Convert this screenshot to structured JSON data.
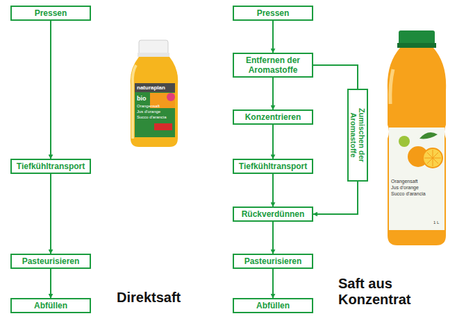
{
  "diagram": {
    "nodes": [
      {
        "text": [
          "Pressen"
        ]
      },
      {
        "text": [
          "Tiefkühltransport"
        ]
      },
      {
        "text": [
          "Pasteurisieren"
        ]
      },
      {
        "text": [
          "Abfüllen"
        ]
      },
      {
        "text": [
          "Pressen"
        ]
      },
      {
        "text": [
          "Entfernen der Aromastoffe"
        ]
      },
      {
        "text": [
          "Konzentrieren"
        ]
      },
      {
        "text": [
          "Tiefkühltransport"
        ]
      },
      {
        "text": [
          "Rückverdünnen"
        ]
      },
      {
        "text": [
          "Pasteurisieren"
        ]
      },
      {
        "text": [
          "Abfüllen"
        ]
      },
      {
        "text": [
          "Zumischen der Aromastoffe"
        ]
      }
    ],
    "edges": [
      {
        "from": 0,
        "to": 1,
        "arrow": "to"
      },
      {
        "from": 1,
        "to": 2,
        "arrow": "to"
      },
      {
        "from": 2,
        "to": 3,
        "arrow": "to"
      },
      {
        "from": 4,
        "to": 5,
        "arrow": "to"
      },
      {
        "from": 5,
        "to": 6,
        "arrow": "to"
      },
      {
        "from": 6,
        "to": 7,
        "arrow": "to"
      },
      {
        "from": 7,
        "to": 8,
        "arrow": "to"
      },
      {
        "from": 8,
        "to": 9,
        "arrow": "to"
      },
      {
        "from": 9,
        "to": 10,
        "arrow": "to"
      },
      {
        "from": 5,
        "to": 11,
        "arrow": "none"
      },
      {
        "from": 11,
        "to": 8,
        "arrow": "to"
      }
    ],
    "labels": [
      "Direktsaft",
      "Saft aus Konzentrat",
      "naturaplan",
      "bio",
      "Orangensaft",
      "Jus d'orange",
      "Succo d'arancia",
      "Orangensaft",
      "Jus d'orange",
      "Succo d'arancia",
      "1 L"
    ]
  }
}
